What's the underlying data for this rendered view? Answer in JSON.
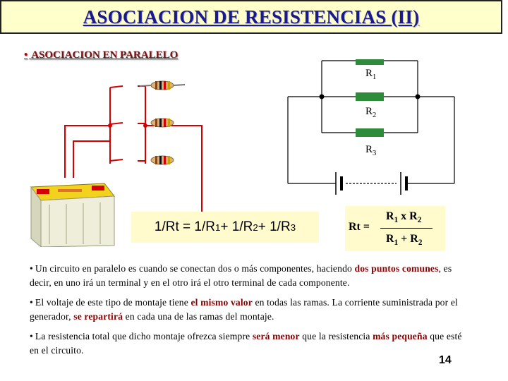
{
  "title": "ASOCIACION DE RESISTENCIAS (II)",
  "section": {
    "bullet": "•",
    "label": "ASOCIACION EN PARALELO"
  },
  "schematic": {
    "r1": {
      "base": "R",
      "sub": "1"
    },
    "r2": {
      "base": "R",
      "sub": "2"
    },
    "r3": {
      "base": "R",
      "sub": "3"
    }
  },
  "formula_inverse": {
    "a": "1/Rt = 1/R",
    "s1": "1",
    "b": " + 1/R",
    "s2": "2",
    "c": " + 1/R",
    "s3": "3"
  },
  "formula_two": {
    "lhs": "Rt =",
    "num_a": "R",
    "num_s1": "1",
    "num_mid": " x R",
    "num_s2": "2",
    "den_a": "R",
    "den_s1": "1",
    "den_mid": " + R",
    "den_s2": "2"
  },
  "paragraphs": {
    "p1": {
      "bullet": "•",
      "t1": "Un circuito en paralelo es cuando se conectan dos o más componentes, haciendo ",
      "h1": "dos puntos comunes",
      "t2": ", es decir, en uno irá un terminal y en el otro irá el otro terminal de cada componente."
    },
    "p2": {
      "bullet": "•",
      "t1": "El voltaje de este tipo de montaje tiene ",
      "h1": "el mismo valor",
      "t2": " en todas las ramas. La corriente suministrada por el generador, ",
      "h2": "se repartirá",
      "t3": " en cada una de las ramas del montaje."
    },
    "p3": {
      "bullet": "•",
      "t1": "La resistencia total que dicho montaje ofrezca siempre ",
      "h1": "será menor",
      "t2": " que la resistencia ",
      "h2": "más pequeña",
      "t3": " que esté en el circuito."
    }
  },
  "page_number": "14",
  "colors": {
    "title": "#1a1a8c",
    "highlight": "#8b0000",
    "title_bg": "#ffffcc",
    "resistor": "#2e8b3a",
    "wire": "#d40000"
  }
}
